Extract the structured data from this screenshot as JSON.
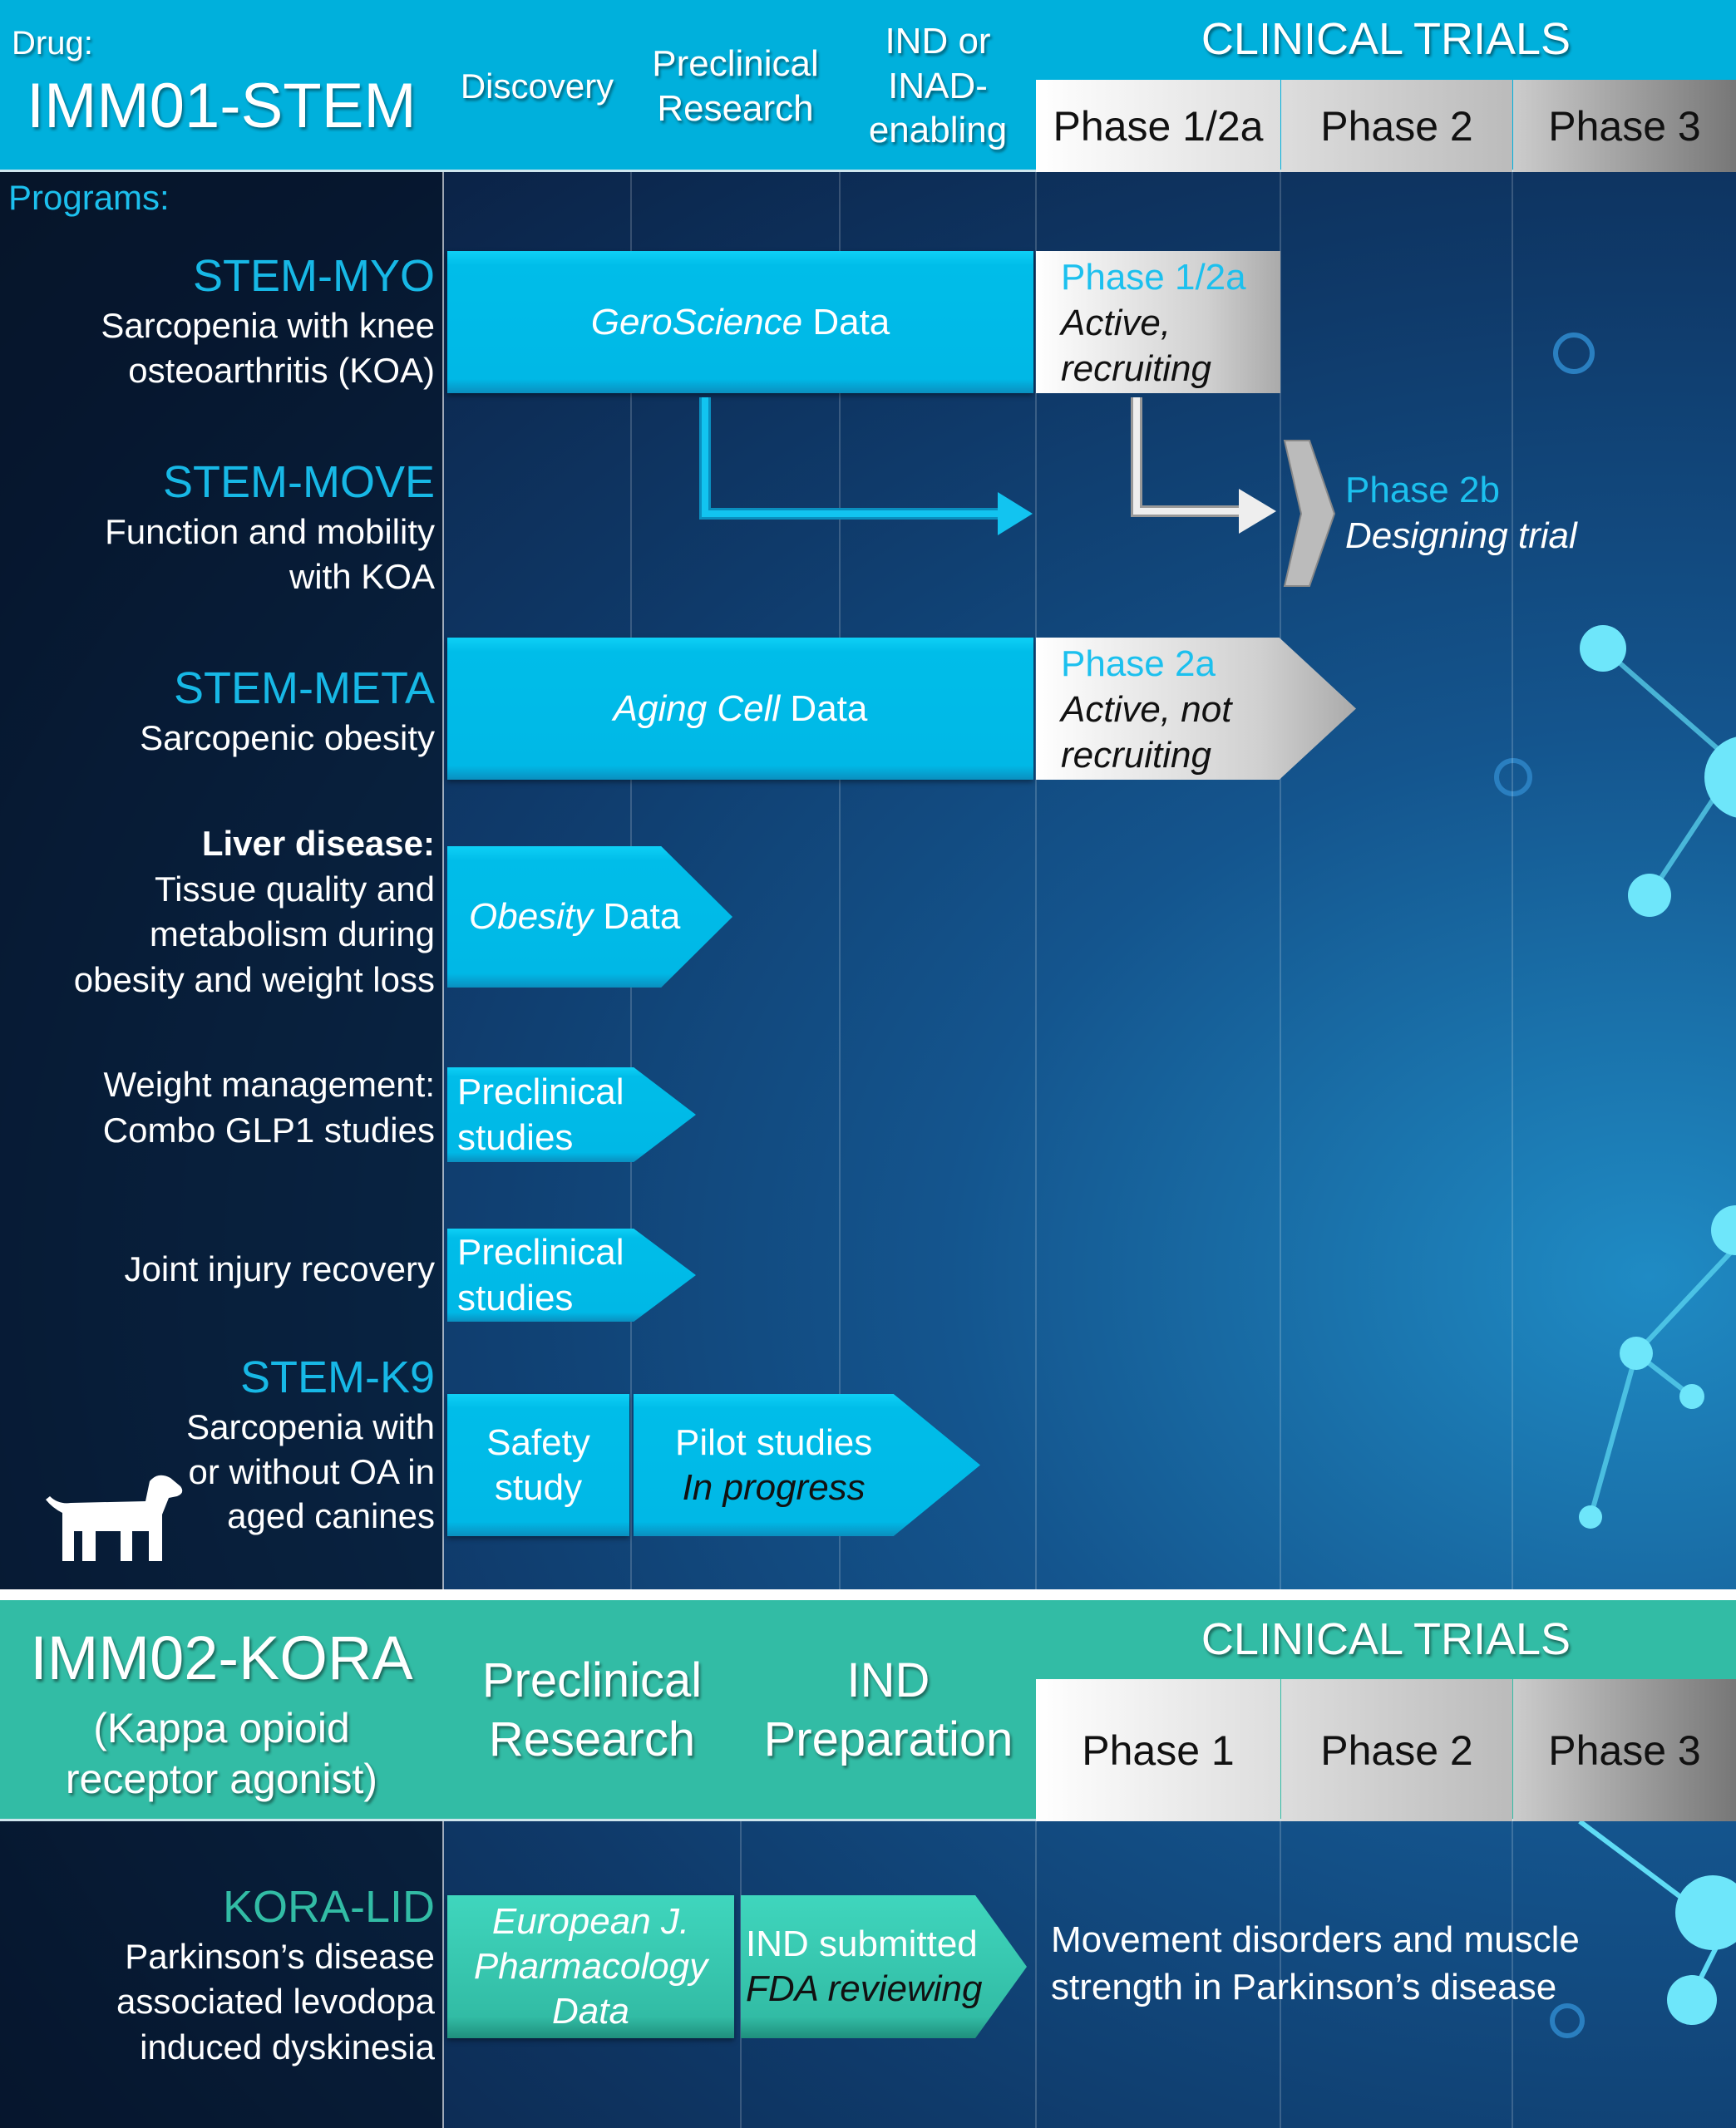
{
  "imm01": {
    "drug_label": "Drug:",
    "drug_name": "IMM01-STEM",
    "columns": [
      "Discovery",
      "Preclinical Research",
      "IND or INAD-enabling"
    ],
    "clinical_trials": "CLINICAL TRIALS",
    "phases": [
      "Phase 1/2a",
      "Phase 2",
      "Phase 3"
    ],
    "programs_label": "Programs:",
    "programs": [
      {
        "name": "STEM-MYO",
        "desc": "Sarcopenia with knee osteoarthritis (KOA)",
        "bar_italic": "GeroScience",
        "bar_rest": " Data",
        "status_phase": "Phase 1/2a",
        "status_text": "Active, recruiting"
      },
      {
        "name": "STEM-MOVE",
        "desc": "Function and mobility with KOA",
        "status_phase": "Phase 2b",
        "status_text": "Designing trial"
      },
      {
        "name": "STEM-META",
        "desc": "Sarcopenic obesity",
        "bar_italic": "Aging Cell",
        "bar_rest": " Data",
        "status_phase": "Phase 2a",
        "status_text": "Active, not recruiting"
      },
      {
        "name_bold": "Liver disease:",
        "desc": "Tissue quality and metabolism during obesity and weight loss",
        "bar_italic": "Obesity",
        "bar_rest": " Data"
      },
      {
        "desc": "Weight management: Combo GLP1 studies",
        "bar": "Preclinical studies"
      },
      {
        "desc": "Joint injury recovery",
        "bar": "Preclinical studies"
      },
      {
        "name": "STEM-K9",
        "desc": "Sarcopenia with or without OA in aged canines",
        "bar1": "Safety study",
        "bar2": "Pilot studies",
        "bar2_italic": "In progress"
      }
    ]
  },
  "imm02": {
    "drug_name": "IMM02-KORA",
    "drug_sub": "(Kappa opioid receptor agonist)",
    "columns": [
      "Preclinical Research",
      "IND Preparation"
    ],
    "clinical_trials": "CLINICAL TRIALS",
    "phases": [
      "Phase 1",
      "Phase 2",
      "Phase 3"
    ],
    "program": {
      "name": "KORA-LID",
      "desc": "Parkinson’s disease associated levodopa induced dyskinesia",
      "bar1": "European J. Pharmacology Data",
      "bar2": "IND submitted",
      "bar2_italic": "FDA reviewing",
      "note": "Movement disorders and muscle strength in Parkinson’s disease"
    }
  },
  "colors": {
    "imm01": "#00b0dc",
    "imm02": "#32bca5",
    "accent": "#17b8e6"
  }
}
